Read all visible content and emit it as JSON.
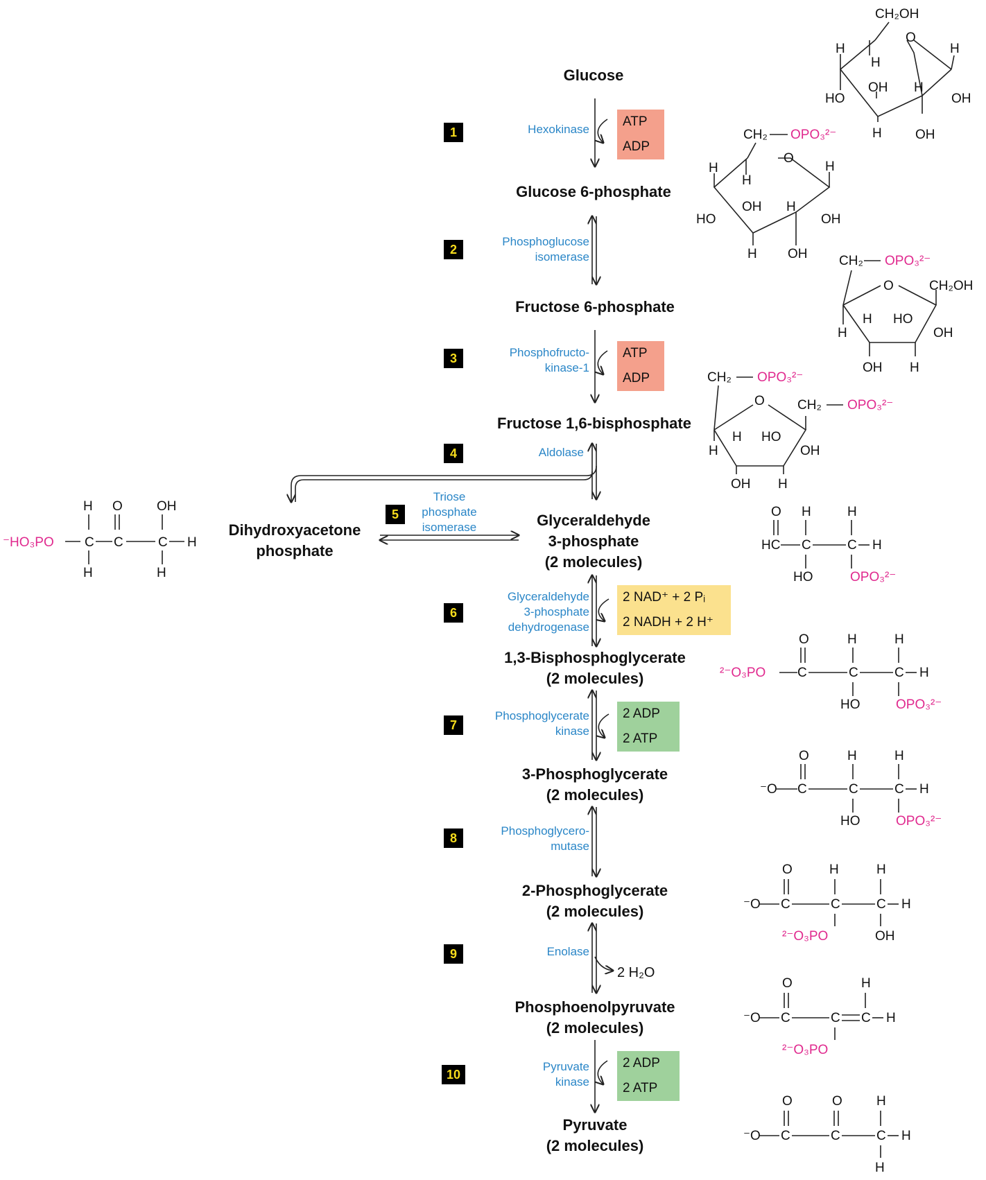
{
  "compounds": {
    "glucose": [
      "Glucose"
    ],
    "g6p": [
      "Glucose 6-phosphate"
    ],
    "f6p": [
      "Fructose 6-phosphate"
    ],
    "f16bp": [
      "Fructose 1,6-bisphosphate"
    ],
    "dhap": [
      "Dihydroxyacetone",
      "phosphate"
    ],
    "gap": [
      "Glyceraldehyde",
      "3-phosphate",
      "(2 molecules)"
    ],
    "bpg13": [
      "1,3-Bisphosphoglycerate",
      "(2 molecules)"
    ],
    "pg3": [
      "3-Phosphoglycerate",
      "(2 molecules)"
    ],
    "pg2": [
      "2-Phosphoglycerate",
      "(2 molecules)"
    ],
    "pep": [
      "Phosphoenolpyruvate",
      "(2 molecules)"
    ],
    "pyruvate": [
      "Pyruvate",
      "(2 molecules)"
    ]
  },
  "steps": [
    {
      "num": "1",
      "enzyme": [
        "Hexokinase"
      ],
      "cofactor_in": "ATP",
      "cofactor_out": "ADP",
      "box_color": "#f4a08c",
      "reversible": false
    },
    {
      "num": "2",
      "enzyme": [
        "Phosphoglucose",
        "isomerase"
      ],
      "reversible": true
    },
    {
      "num": "3",
      "enzyme": [
        "Phosphofructo-",
        "kinase-1"
      ],
      "cofactor_in": "ATP",
      "cofactor_out": "ADP",
      "box_color": "#f4a08c",
      "reversible": false
    },
    {
      "num": "4",
      "enzyme": [
        "Aldolase"
      ],
      "reversible": true
    },
    {
      "num": "5",
      "enzyme": [
        "Triose",
        "phosphate",
        "isomerase"
      ],
      "reversible": true
    },
    {
      "num": "6",
      "enzyme": [
        "Glyceraldehyde",
        "3-phosphate",
        "dehydrogenase"
      ],
      "cofactor_in": "2 NAD⁺ + 2 Pᵢ",
      "cofactor_out": "2 NADH + 2 H⁺",
      "box_color": "#fbe18e",
      "reversible": true
    },
    {
      "num": "7",
      "enzyme": [
        "Phosphoglycerate",
        "kinase"
      ],
      "cofactor_in": "2 ADP",
      "cofactor_out": "2 ATP",
      "box_color": "#9fd19c",
      "reversible": true
    },
    {
      "num": "8",
      "enzyme": [
        "Phosphoglycero-",
        "mutase"
      ],
      "reversible": true
    },
    {
      "num": "9",
      "enzyme": [
        "Enolase"
      ],
      "cofactor_out": "2 H₂O",
      "reversible": true
    },
    {
      "num": "10",
      "enzyme": [
        "Pyruvate",
        "kinase"
      ],
      "cofactor_in": "2 ADP",
      "cofactor_out": "2 ATP",
      "box_color": "#9fd19c",
      "reversible": false
    }
  ],
  "colors": {
    "enzyme_text": "#2a86c7",
    "step_badge_bg": "#000000",
    "step_badge_text": "#f7dc1c",
    "phosphate_text": "#e0298e",
    "atp_box": "#f4a08c",
    "nad_box": "#fbe18e",
    "adp_box": "#9fd19c"
  },
  "structures": {
    "glucose": {
      "top": "CH₂OH",
      "ring_o": "O",
      "c1_h": "H",
      "c5_h": "H",
      "c4_h": "H",
      "c4_oh": "HO",
      "c3_oh": "OH",
      "c2_h": "H",
      "c1_oh": "OH",
      "c3_h": "H",
      "c2_oh": "OH"
    },
    "g6p": {
      "top": "CH₂",
      "phosphate": "OPO₃²⁻",
      "ring_o": "O",
      "c5_h": "H",
      "c4_h": "H",
      "c1_h": "H",
      "c4_oh": "HO",
      "c3_oh": "OH",
      "c2_h": "H",
      "c1_oh": "OH",
      "c3_h": "H",
      "c2_oh": "OH"
    },
    "f6p": {
      "top": "CH₂",
      "phosphate": "OPO₃²⁻",
      "ring_o": "O",
      "c1": "CH₂OH",
      "c5_h": "H",
      "c4_h": "H",
      "c3_oh": "HO",
      "c2_oh": "OH",
      "c4_oh": "OH",
      "c3_h": "H"
    },
    "f16bp": {
      "top": "CH₂",
      "phosphate": "OPO₃²⁻",
      "ring_o": "O",
      "c1": "CH₂",
      "c1_phosphate": "OPO₃²⁻",
      "c5_h": "H",
      "c4_h": "H",
      "c3_oh": "HO",
      "c2_oh": "OH",
      "c4_oh": "OH",
      "c3_h": "H"
    },
    "dhap": {
      "phosphate": "⁻HO₃PO",
      "h1": "H",
      "o": "O",
      "oh": "OH",
      "c": "C",
      "h_end": "H",
      "h_bottom": "H"
    },
    "gap": {
      "o": "O",
      "hc": "HC",
      "h": "H",
      "c": "C",
      "ho": "HO",
      "phosphate": "OPO₃²⁻"
    },
    "bpg13": {
      "phosphate_left": "²⁻O₃PO",
      "o": "O",
      "h": "H",
      "c": "C",
      "ho": "HO",
      "phosphate": "OPO₃²⁻"
    },
    "pg3": {
      "carboxylate": "⁻O",
      "o": "O",
      "h": "H",
      "c": "C",
      "ho": "HO",
      "phosphate": "OPO₃²⁻"
    },
    "pg2": {
      "carboxylate": "⁻O",
      "o": "O",
      "h": "H",
      "c": "C",
      "phosphate": "²⁻O₃PO",
      "oh": "OH"
    },
    "pep": {
      "carboxylate": "⁻O",
      "o": "O",
      "h": "H",
      "c": "C",
      "phosphate": "²⁻O₃PO"
    },
    "pyruvate": {
      "carboxylate": "⁻O",
      "o": "O",
      "h": "H",
      "c": "C"
    }
  }
}
